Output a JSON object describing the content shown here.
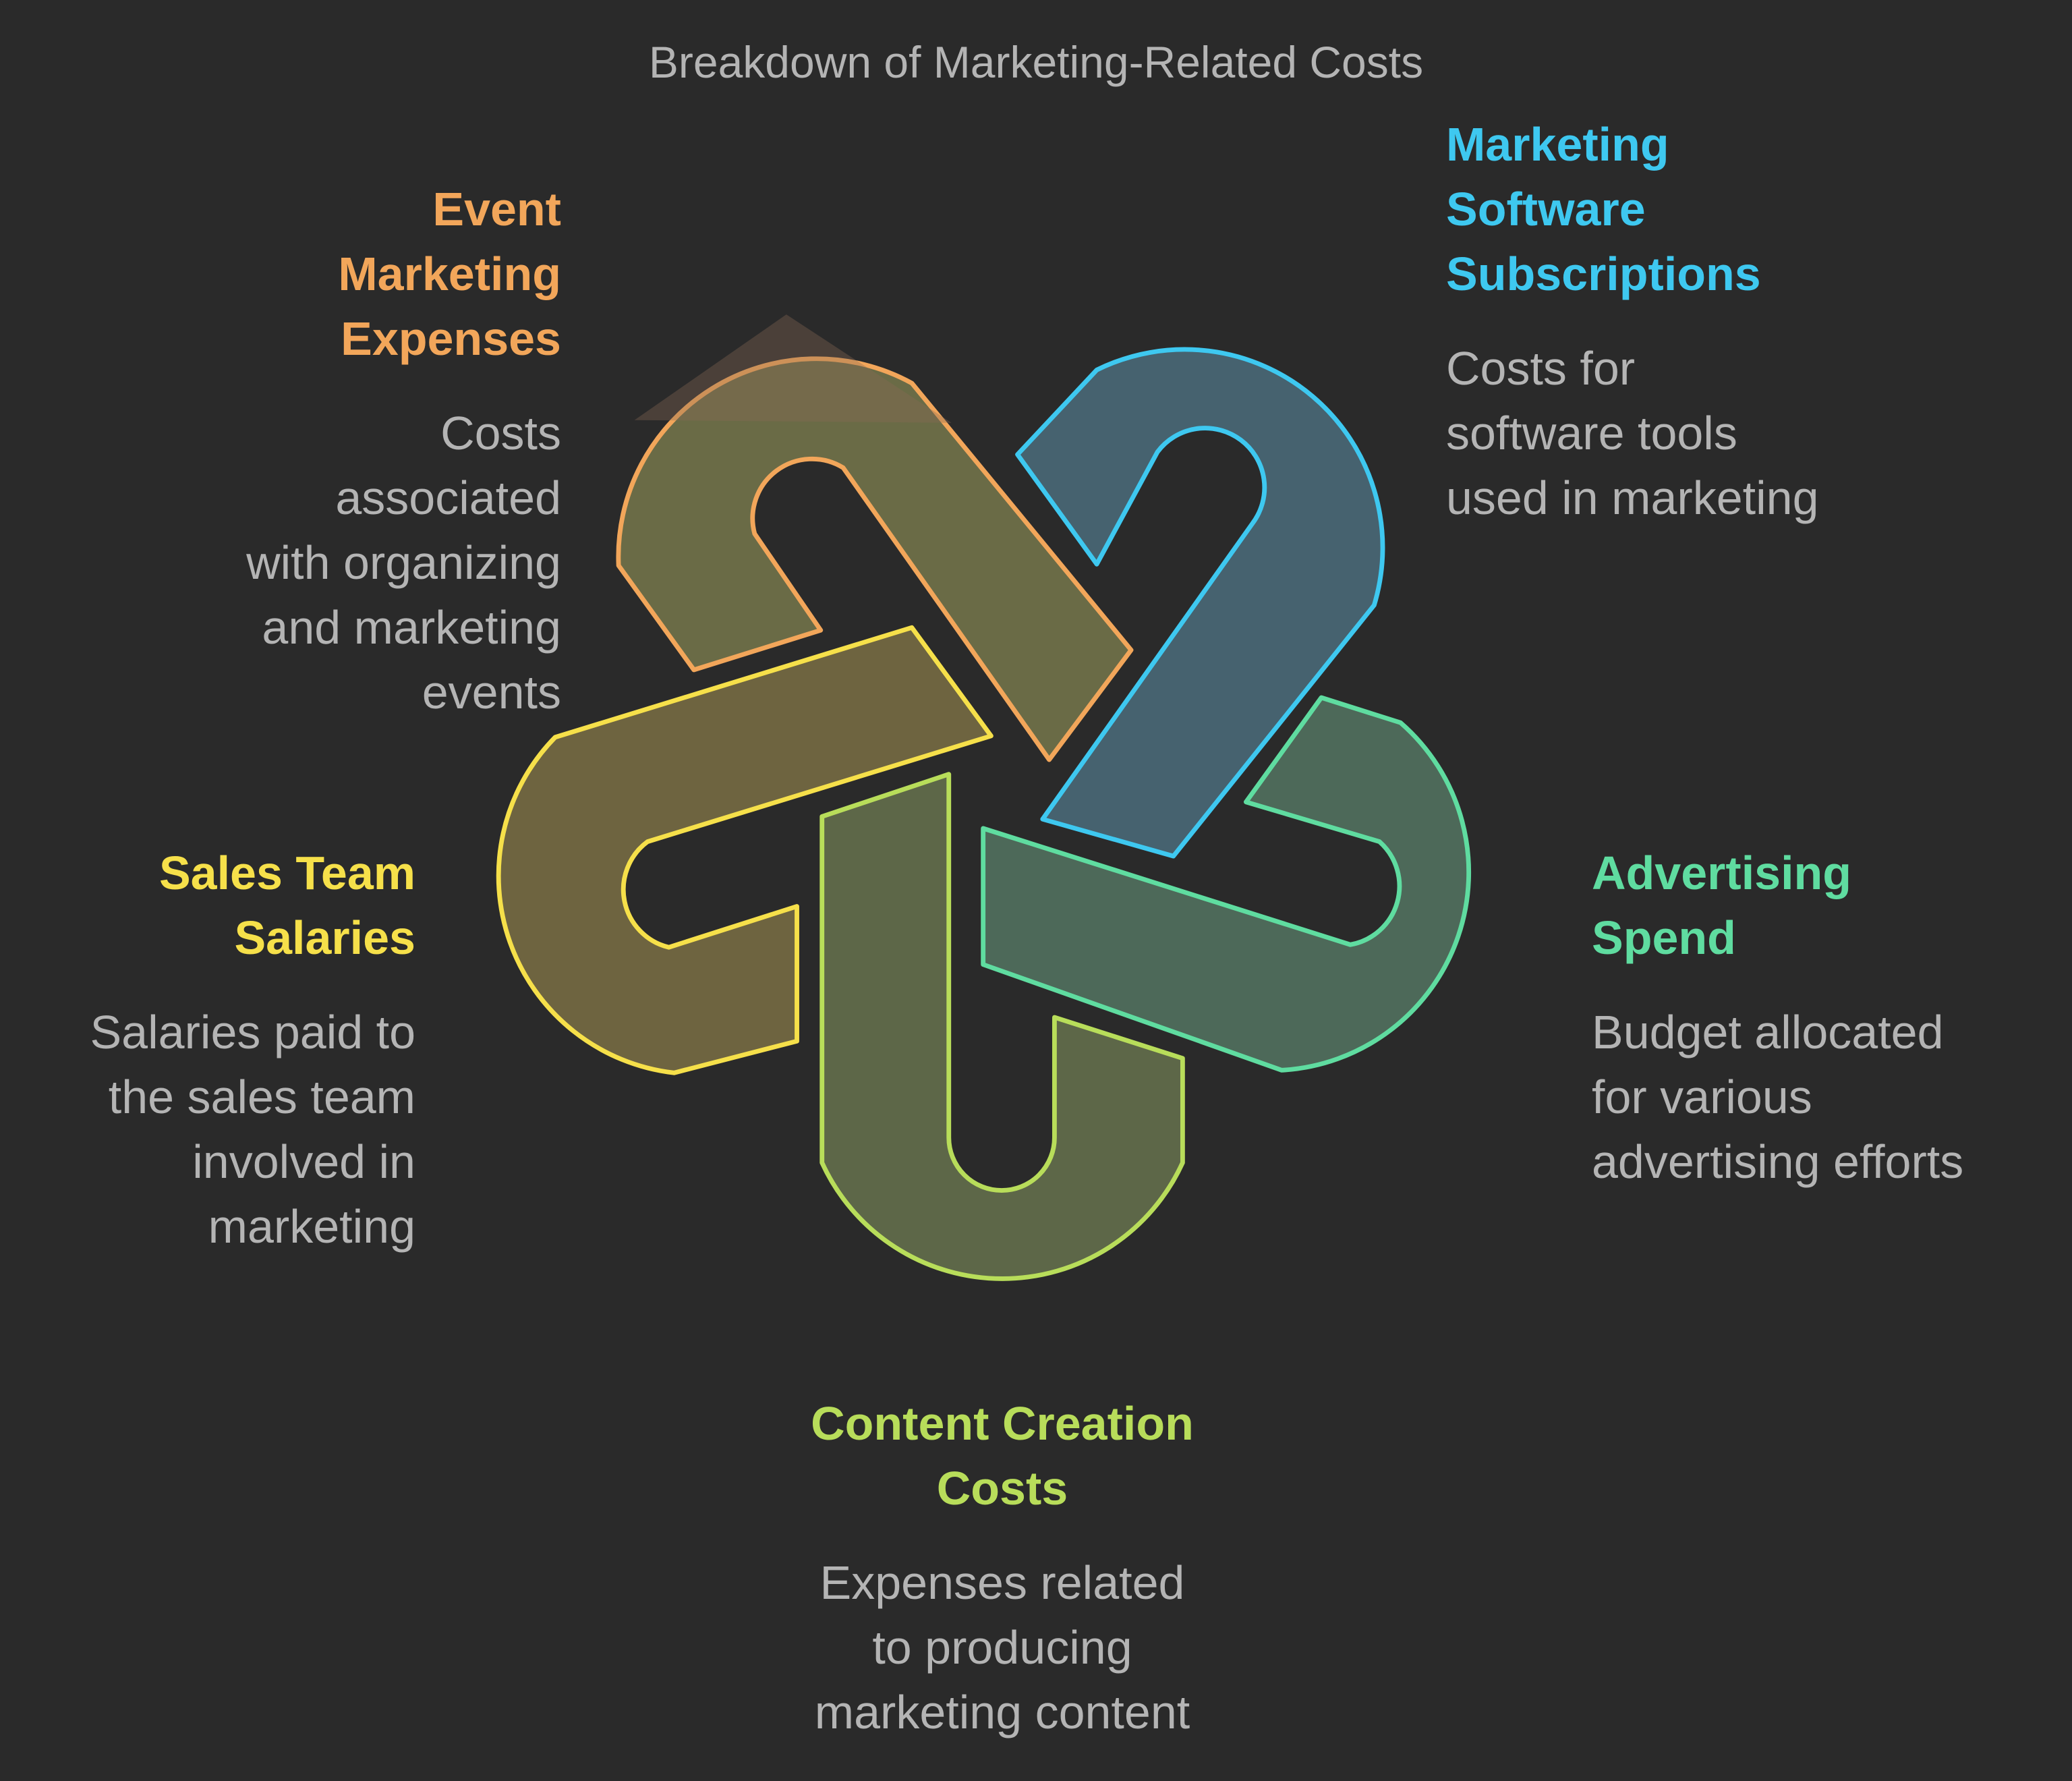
{
  "title": "Breakdown of Marketing-Related Costs",
  "colors": {
    "background": "#2a2a2a",
    "event_marketing": "#f2a65a",
    "software": "#3ec8f0",
    "advertising": "#5fdca0",
    "content": "#b8dd5a",
    "salaries": "#f6e04a"
  },
  "items": [
    {
      "id": "event-marketing",
      "heading": [
        "Event Marketing",
        "Expenses"
      ],
      "description": [
        "Costs associated",
        "with organizing",
        "and marketing",
        "events"
      ]
    },
    {
      "id": "software",
      "heading": [
        "Marketing",
        "Software",
        "Subscriptions"
      ],
      "description": [
        "Costs for",
        "software tools",
        "used in marketing"
      ]
    },
    {
      "id": "advertising",
      "heading": [
        "Advertising",
        "Spend"
      ],
      "description": [
        "Budget allocated",
        "for various",
        "advertising efforts"
      ]
    },
    {
      "id": "content",
      "heading": [
        "Content Creation",
        "Costs"
      ],
      "description": [
        "Expenses related",
        "to producing",
        "marketing content"
      ]
    },
    {
      "id": "salaries",
      "heading": [
        "Sales Team",
        "Salaries"
      ],
      "description": [
        "Salaries paid to",
        "the sales team",
        "involved in",
        "marketing"
      ]
    }
  ]
}
